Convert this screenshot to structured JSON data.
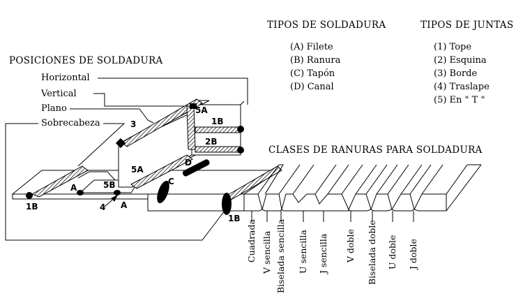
{
  "headers": {
    "positions": "POSICIONES DE SOLDADURA",
    "weld_types": "TIPOS DE SOLDADURA",
    "joint_types": "TIPOS DE JUNTAS",
    "groove_classes": "CLASES DE RANURAS PARA SOLDADURA"
  },
  "positions": [
    "Horizontal",
    "Vertical",
    "Plano",
    "Sobrecabeza"
  ],
  "weld_types": [
    "(A) Filete",
    "(B) Ranura",
    "(C) Tapón",
    "(D) Canal"
  ],
  "joint_types": [
    "(1) Tope",
    "(2) Esquina",
    "(3) Borde",
    "(4) Traslape",
    "(5) En \" T \""
  ],
  "groove_types": [
    "Cuadrada",
    "V sencilla",
    "Biselada sencilla",
    "U sencilla",
    "J sencilla",
    "V doble",
    "Biselada doble",
    "U doble",
    "J doble"
  ],
  "weld_marks": {
    "m5A_top": "5A",
    "m1B_top": "1B",
    "m2B": "2B",
    "m3": "3",
    "mD": "D",
    "m5A_mid": "5A",
    "mC": "C",
    "mA_left": "A",
    "m5B": "5B",
    "m1B_left": "1B",
    "m4": "4",
    "mA_bottom": "A",
    "m1B_right": "1B"
  }
}
